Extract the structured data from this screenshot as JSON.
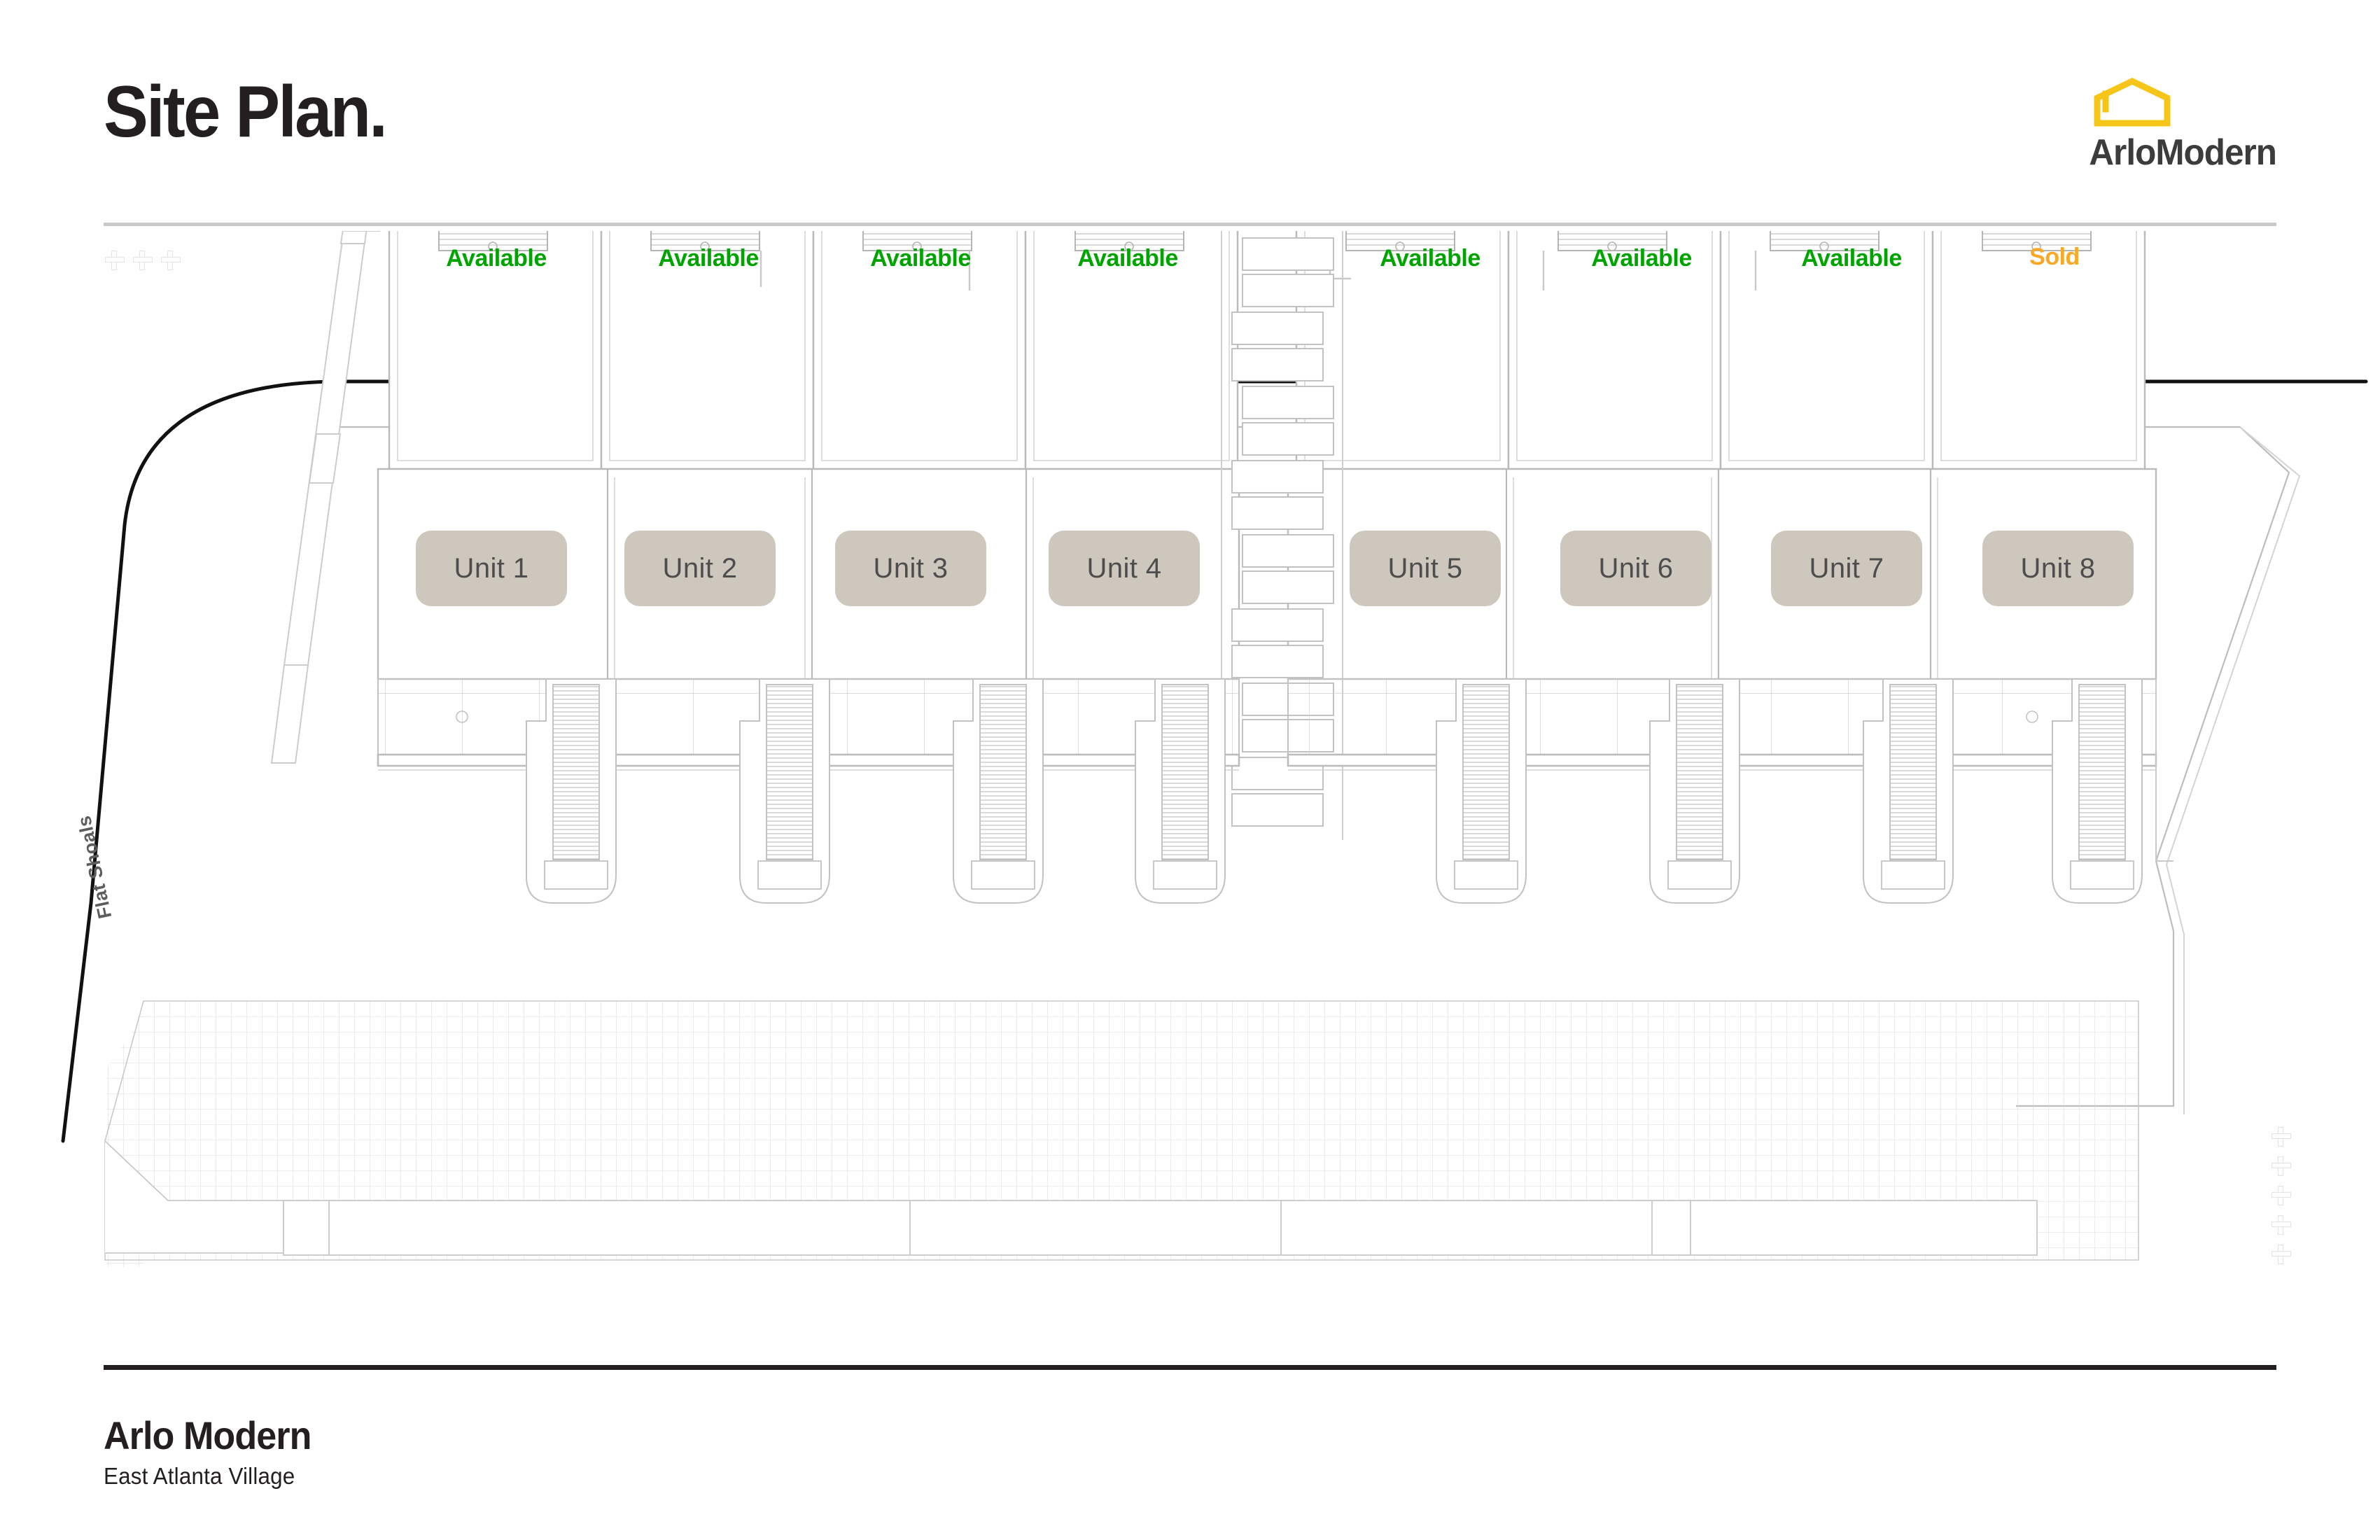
{
  "header": {
    "title": "Site Plan.",
    "logo": {
      "icon": "house-outline-icon",
      "brand": "ArloModern",
      "accent_color": "#f5c518"
    }
  },
  "plan": {
    "street_label": "Flat Shoals",
    "status_colors": {
      "available": "#00a400",
      "sold": "#f9a825"
    },
    "chip_color": "#cec7bd",
    "units": [
      {
        "name": "Unit 1",
        "status": "Available",
        "status_kind": "available"
      },
      {
        "name": "Unit 2",
        "status": "Available",
        "status_kind": "available"
      },
      {
        "name": "Unit 3",
        "status": "Available",
        "status_kind": "available"
      },
      {
        "name": "Unit 4",
        "status": "Available",
        "status_kind": "available"
      },
      {
        "name": "Unit 5",
        "status": "Available",
        "status_kind": "available"
      },
      {
        "name": "Unit 6",
        "status": "Available",
        "status_kind": "available"
      },
      {
        "name": "Unit 7",
        "status": "Available",
        "status_kind": "available"
      },
      {
        "name": "Unit 8",
        "status": "Sold",
        "status_kind": "sold"
      }
    ]
  },
  "footer": {
    "title": "Arlo Modern",
    "subtitle": "East Atlanta Village"
  }
}
